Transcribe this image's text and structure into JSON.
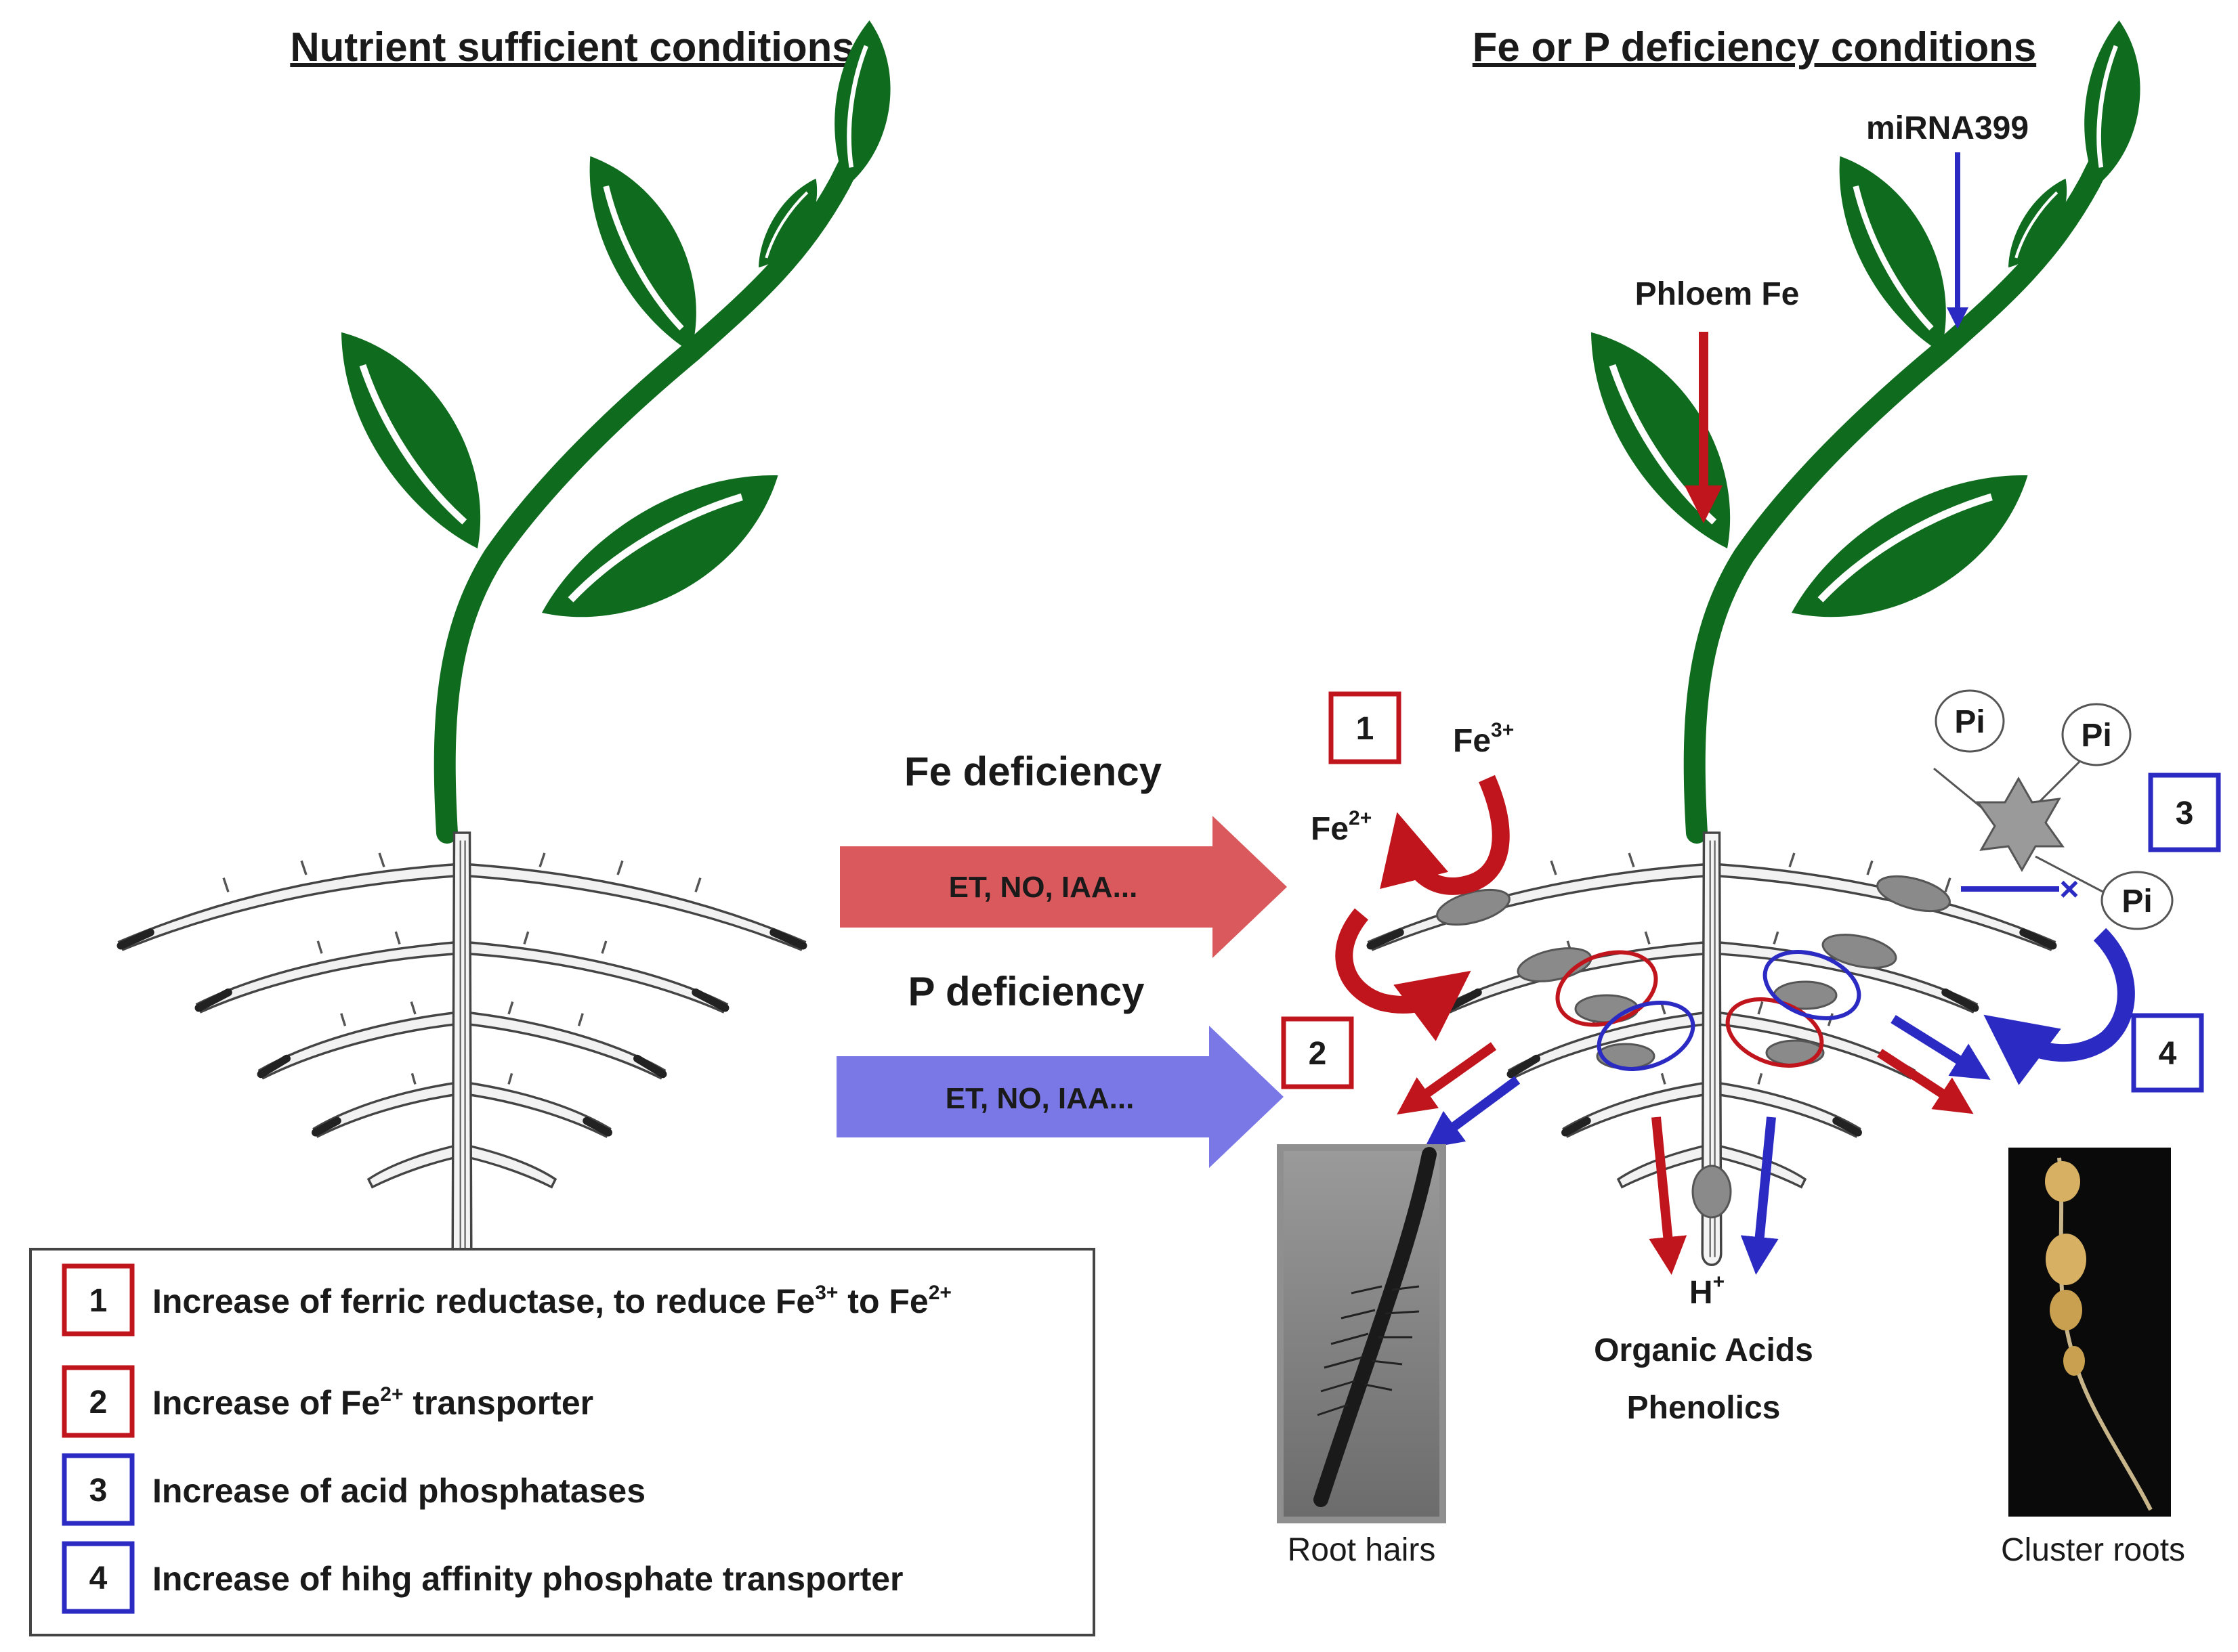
{
  "titles": {
    "left": "Nutrient sufficient conditions",
    "right": "Fe or P deficiency conditions"
  },
  "signals": {
    "mirna": "miRNA399",
    "phloem": "Phloem Fe"
  },
  "arrows": {
    "fe_deficiency": "Fe deficiency",
    "p_deficiency": "P deficiency",
    "fe_signals": "ET, NO, IAA...",
    "p_signals": "ET, NO, IAA..."
  },
  "ions": {
    "fe3": "Fe",
    "fe3_charge": "3+",
    "fe2": "Fe",
    "fe2_charge": "2+",
    "pi": "Pi"
  },
  "numbers": [
    "1",
    "2",
    "3",
    "4"
  ],
  "exudates": {
    "h": "H",
    "h_charge": "+",
    "organic_acids": "Organic Acids",
    "phenolics": "Phenolics"
  },
  "photos": {
    "root_hairs": "Root hairs",
    "cluster_roots": "Cluster roots"
  },
  "legend": [
    {
      "num": "1",
      "text_a": "Increase of ferric reductase, to reduce Fe",
      "sup_a": "3+",
      "text_b": " to Fe",
      "sup_b": "2+",
      "color": "#c0151c"
    },
    {
      "num": "2",
      "text_a": "Increase of Fe",
      "sup_a": "2+",
      "text_b": " transporter",
      "sup_b": "",
      "color": "#c0151c"
    },
    {
      "num": "3",
      "text_a": "Increase of acid phosphatases",
      "sup_a": "",
      "text_b": "",
      "sup_b": "",
      "color": "#2b2bc4"
    },
    {
      "num": "4",
      "text_a": "Increase of hihg affinity phosphate transporter",
      "sup_a": "",
      "text_b": "",
      "sup_b": "",
      "color": "#2b2bc4"
    }
  ],
  "colors": {
    "plant_green": "#0f6b1e",
    "fe_red": "#c0151c",
    "p_blue": "#2b2bc4",
    "fe_arrow": "#d9595c",
    "p_arrow": "#7a78e6"
  }
}
